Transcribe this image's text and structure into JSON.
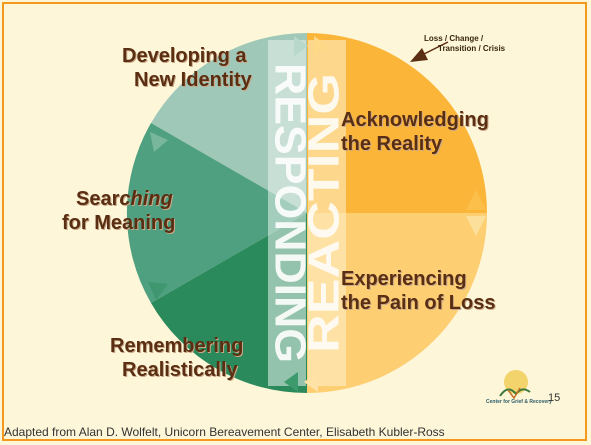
{
  "colors": {
    "responding_top": "#9fc8b8",
    "responding_middle": "#4fa080",
    "responding_bottom": "#2a8a5c",
    "reacting_top": "#fbb63a",
    "reacting_bottom": "#fdce72",
    "label_text": "#5a2e12",
    "border": "#f39a1e"
  },
  "wheel": {
    "left_half_word": "RESPONDING",
    "right_half_word": "REACTING"
  },
  "stages": {
    "developing_identity": [
      "Developing a",
      "New Identity"
    ],
    "searching_meaning_line1": [
      "Sear",
      "ching"
    ],
    "searching_meaning_line2": "for Meaning",
    "remembering": [
      "Remembering",
      "Realistically"
    ],
    "acknowledging": [
      "Acknowledging",
      "the Reality"
    ],
    "experiencing": [
      "Experiencing",
      "the Pain of Loss"
    ]
  },
  "trigger": {
    "line1": "Loss / Change /",
    "line2": "Transition / Crisis"
  },
  "footer": {
    "logo_text": "Center for Grief & Recovery",
    "page_number": "15",
    "credit": "Adapted from Alan D. Wolfelt, Unicorn Bereavement Center, Elisabeth Kubler-Ross"
  }
}
